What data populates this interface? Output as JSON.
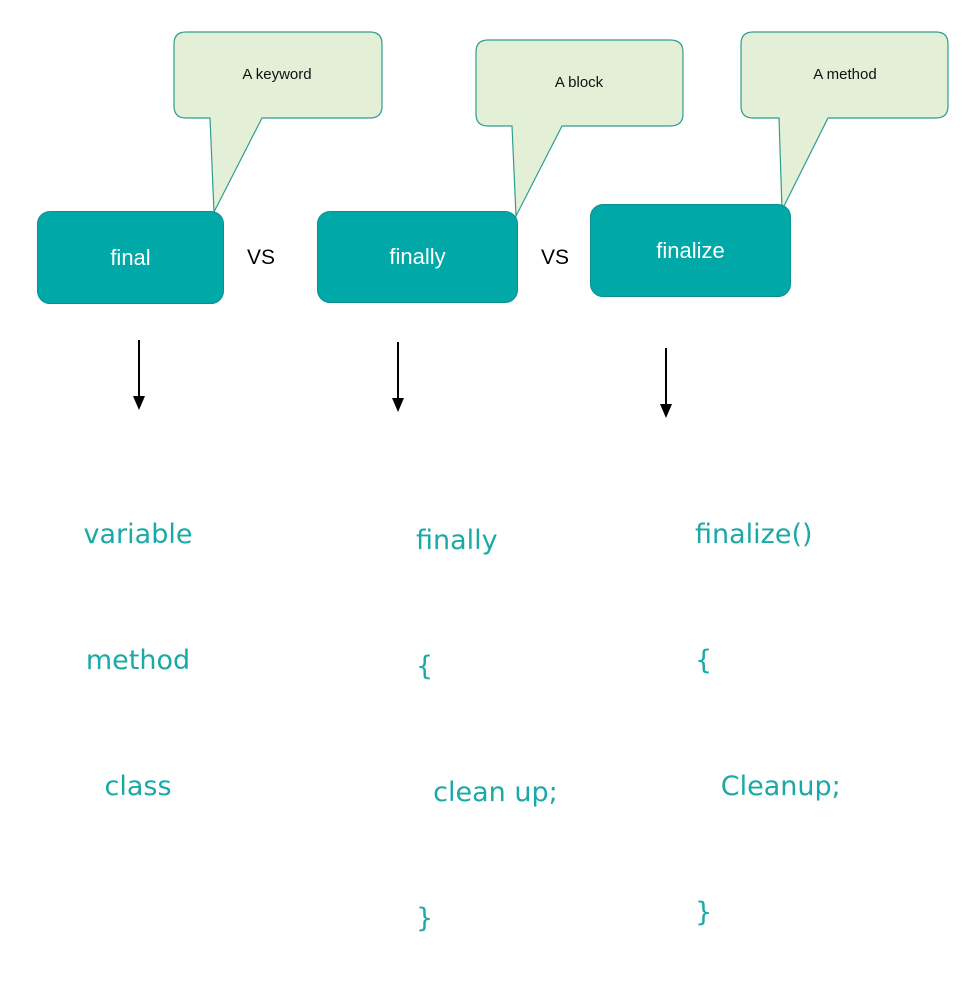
{
  "bubbles": {
    "final": "A keyword",
    "finally": "A block",
    "finalize": "A method"
  },
  "boxes": {
    "final": "final",
    "finally": "finally",
    "finalize": "finalize"
  },
  "vs": [
    "VS",
    "VS"
  ],
  "final_uses": [
    "variable",
    "method",
    "class"
  ],
  "finally_code": [
    "finally",
    "{",
    "  clean up;",
    "}"
  ],
  "finalize_code": [
    "finalize()",
    "{",
    "   Cleanup;",
    "}"
  ],
  "colors": {
    "box_fill": "#00a8a8",
    "bubble_fill": "#e3efd6",
    "bubble_stroke": "#2f9e8f",
    "code_text": "#1aa9a6"
  }
}
